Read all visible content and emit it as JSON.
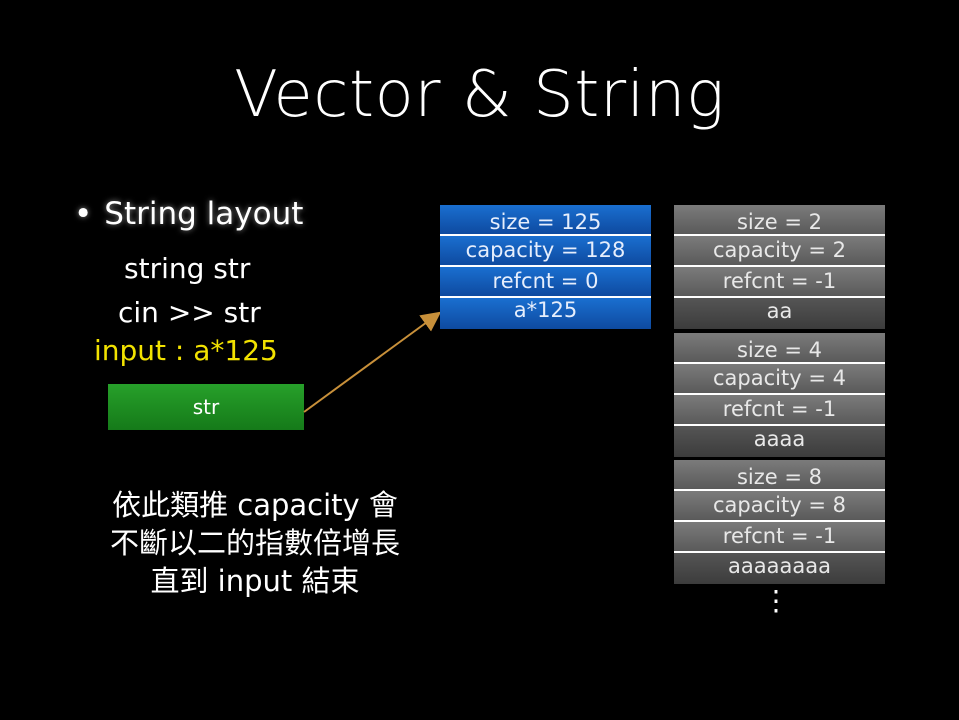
{
  "title": "Vector & String",
  "bullet": "String layout",
  "code": [
    "string str",
    "cin >> str"
  ],
  "input_line": "input : a*125",
  "variable": "str",
  "active_block": [
    "size = 125",
    "capacity = 128",
    "refcnt = 0",
    "a*125"
  ],
  "growth_blocks": [
    [
      "size = 2",
      "capacity = 2",
      "refcnt = -1",
      "aa"
    ],
    [
      "size = 4",
      "capacity = 4",
      "refcnt = -1",
      "aaaa"
    ],
    [
      "size = 8",
      "capacity = 8",
      "refcnt = -1",
      "aaaaaaaa"
    ]
  ],
  "note": [
    "依此類推 capacity 會",
    "不斷以二的指數倍增長",
    "直到 input 結束"
  ],
  "ellipsis": "⋮",
  "colors": {
    "input": "#f2e200",
    "var_box": "#1f8f22",
    "active_block": "#1560c0",
    "arrow": "#c8903a"
  }
}
